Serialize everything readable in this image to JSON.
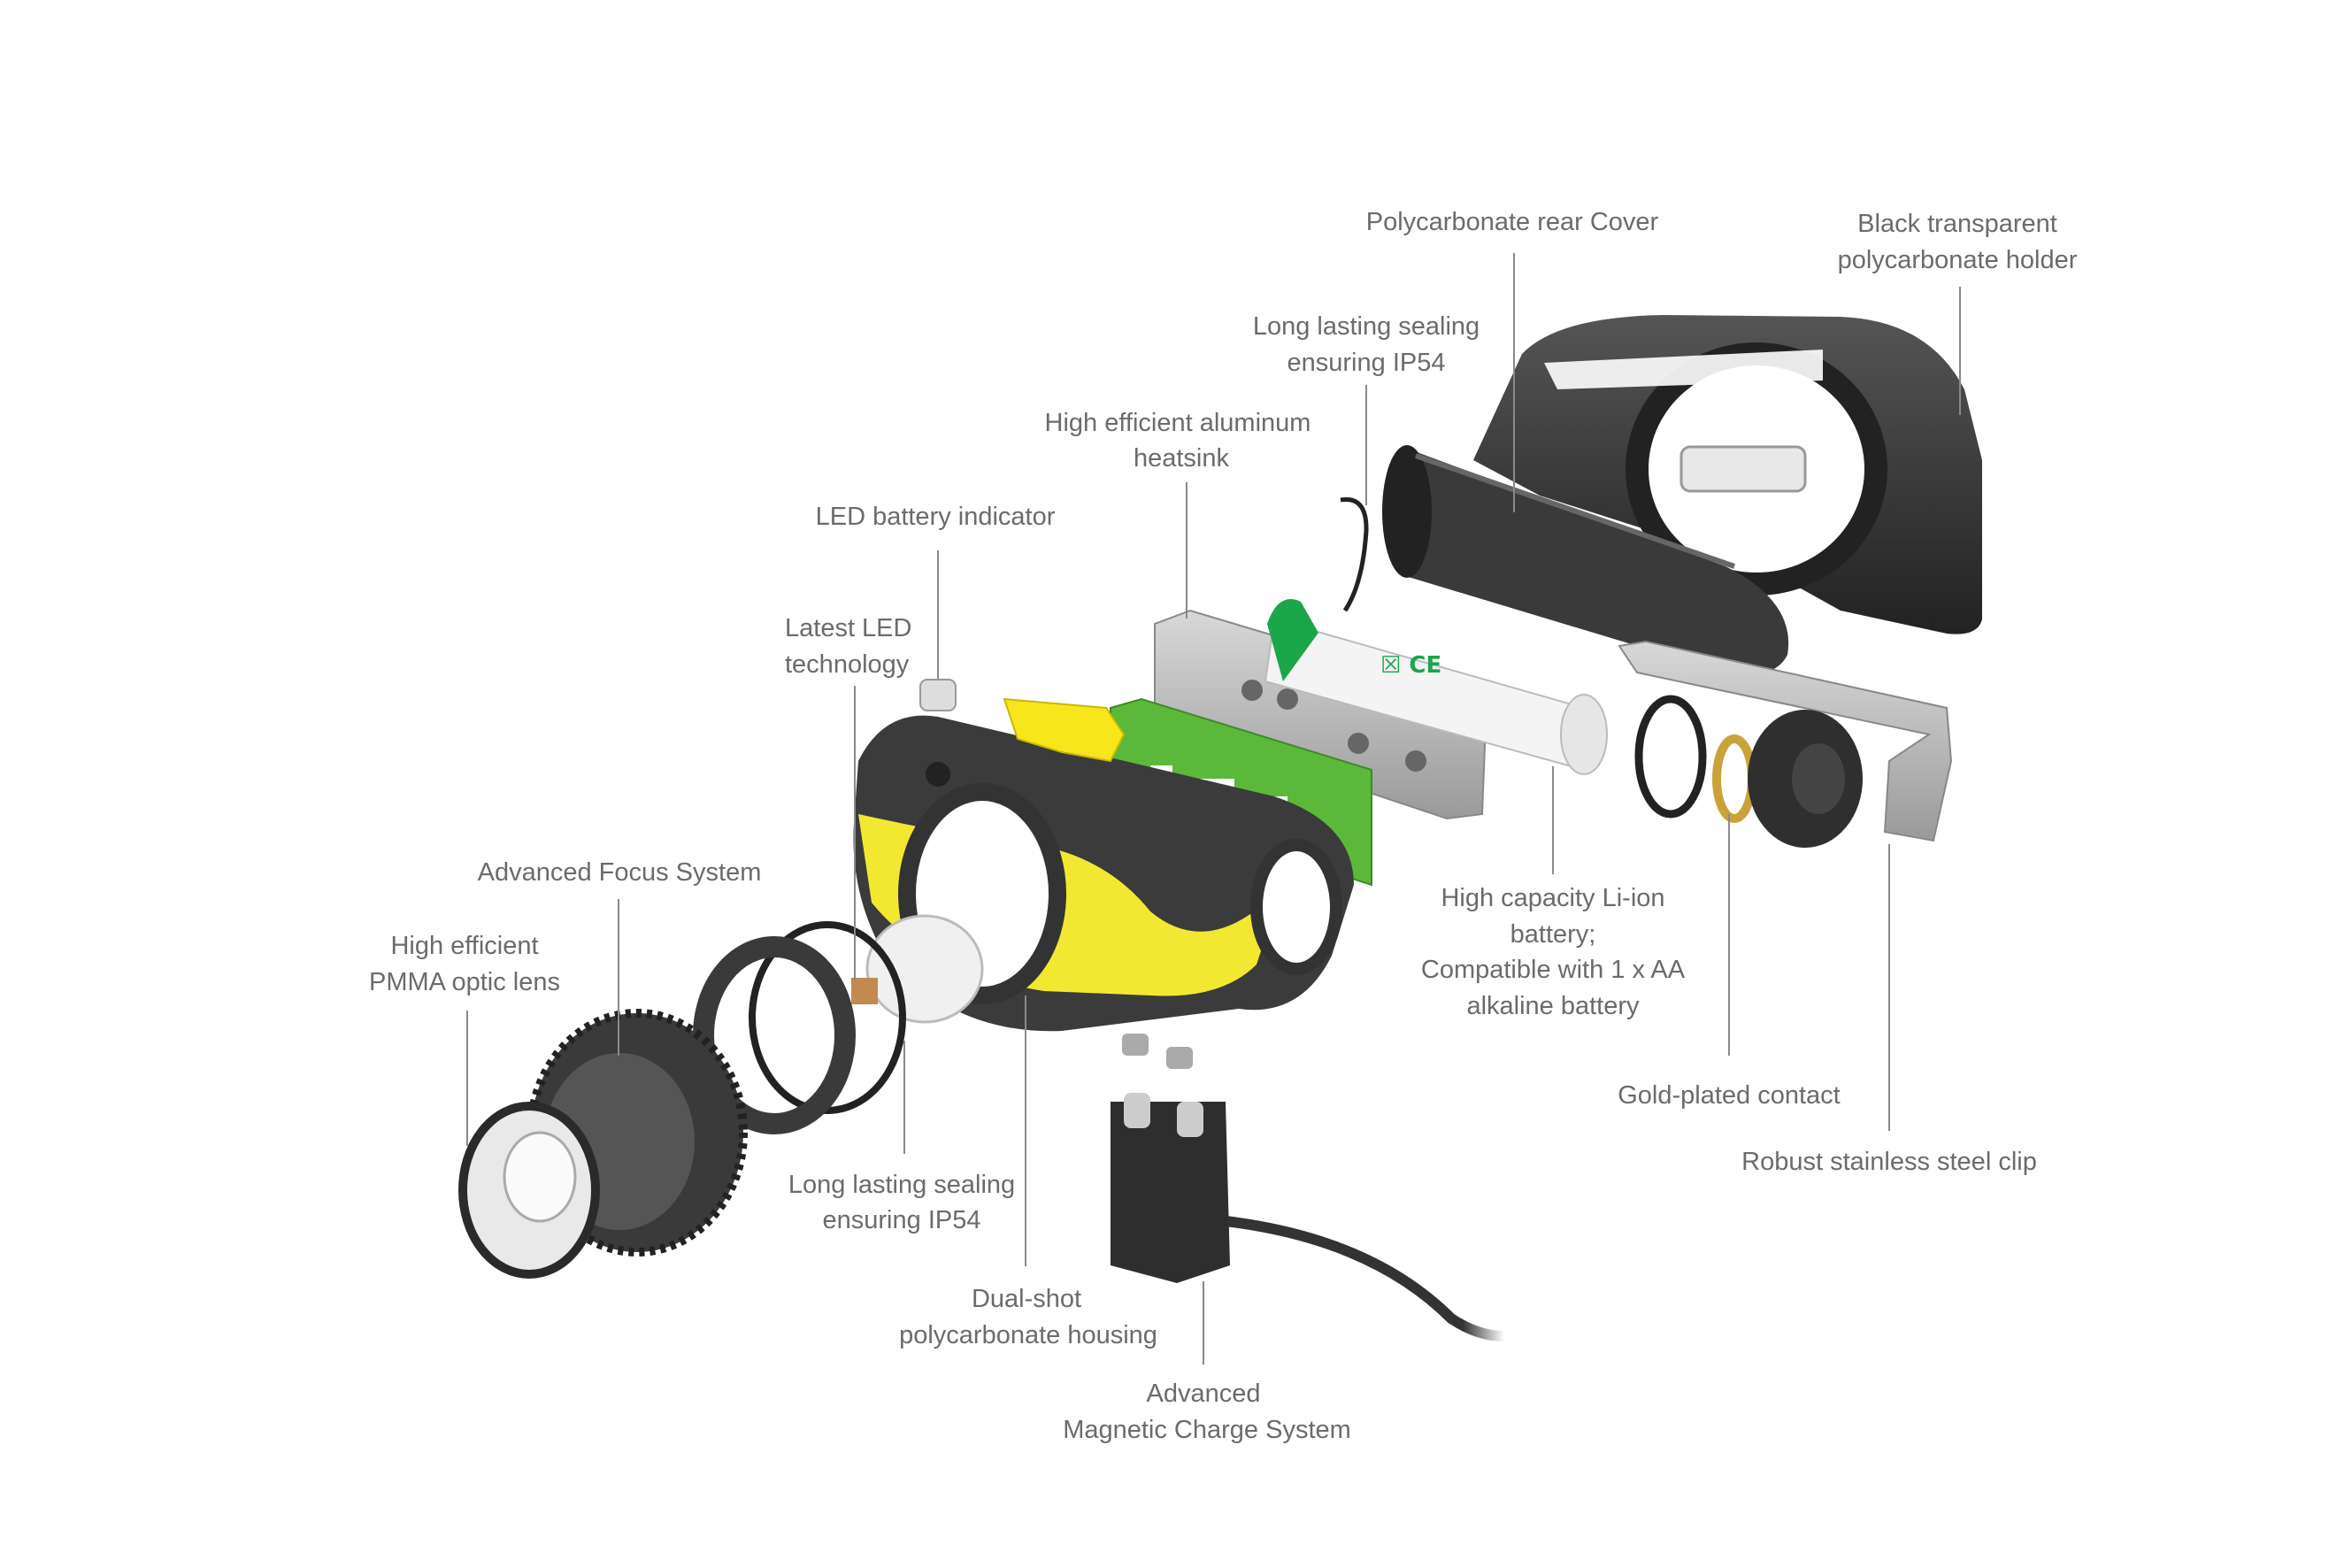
{
  "labels": {
    "rear_cover": [
      "Polycarbonate rear Cover"
    ],
    "holder": [
      "Black transparent",
      "polycarbonate holder"
    ],
    "sealing_rear": [
      "Long lasting sealing",
      "ensuring IP54"
    ],
    "heatsink": [
      "High efficient aluminum",
      "heatsink"
    ],
    "led_indicator": [
      "LED battery indicator"
    ],
    "led_tech": [
      "Latest LED",
      "technology"
    ],
    "focus": [
      "Advanced Focus System"
    ],
    "optic": [
      "High efficient",
      "PMMA optic lens"
    ],
    "sealing_front": [
      "Long lasting sealing",
      "ensuring IP54"
    ],
    "housing": [
      "Dual-shot",
      "polycarbonate housing"
    ],
    "charge": [
      "Advanced",
      "Magnetic Charge System"
    ],
    "battery": [
      "High capacity Li-ion",
      "battery;",
      "Compatible with 1 x AA",
      "alkaline battery"
    ],
    "gold": [
      "Gold-plated contact"
    ],
    "clip": [
      "Robust stainless steel clip"
    ]
  },
  "colors": {
    "yellow": "#f2e832",
    "dark": "#3d3d3d",
    "green": "#4caf3a",
    "battery_green": "#1aa64a",
    "text": "#6b6b6b"
  }
}
